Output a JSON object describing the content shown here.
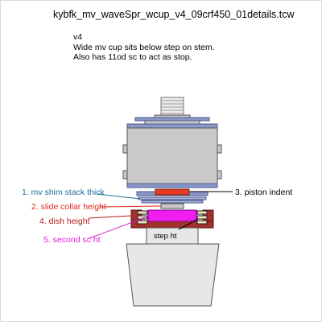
{
  "title": "kybfk_mv_waveSpr_wcup_v4_09crf450_01details.tcw",
  "notes": [
    "v4",
    "Wide mv cup sits below step on stem.",
    "Also has 11od sc to act as stop."
  ],
  "labels": {
    "shim_stack": "1. mv shim stack thick",
    "slide_collar": "2. slide collar height",
    "piston_indent": "3. piston indent",
    "dish_height": "4. dish height",
    "second_sc": "5. second sc ht",
    "step_ht": "step ht"
  },
  "colors": {
    "shim_stack": "#1f6e9a",
    "slide_collar": "#e0281d",
    "dish_height": "#b01f16",
    "second_sc": "#e01bd5",
    "piston_indent": "#000000",
    "step_ht": "#000000",
    "body_fill": "#c9c9c9",
    "body_stroke": "#555555",
    "clamp_blue": "#8a96c7",
    "insert_fill": "#e7e7e7",
    "red_part": "#e53b22",
    "dark_red_part": "#a4302b",
    "magenta_part": "#f01df0",
    "cream_part": "#f3e2c0",
    "thread_fill": "#ebebeb"
  }
}
